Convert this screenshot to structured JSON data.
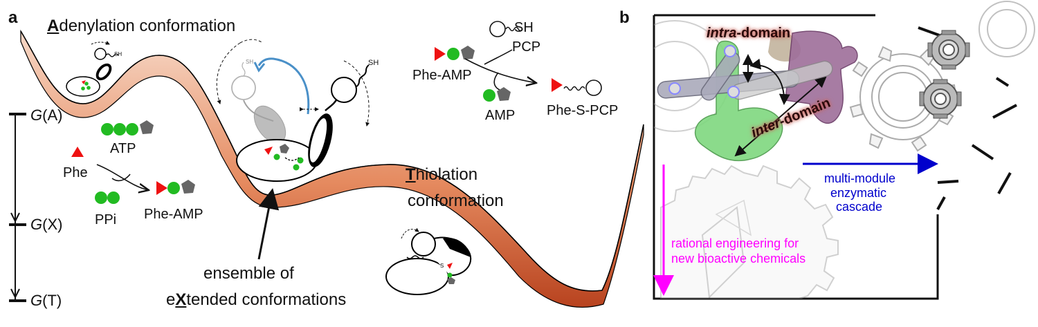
{
  "panel_a": {
    "letter": "a",
    "adenylation": {
      "cap": "A",
      "rest": "denylation conformation"
    },
    "thiolation": {
      "cap": "T",
      "rest": "hiolation",
      "line2": "conformation"
    },
    "ensemble": {
      "line1": "ensemble of",
      "pre": "e",
      "cap": "X",
      "post": "tended conformations"
    },
    "energy_axis": {
      "ga_prefix": "G",
      "ga_suffix": "(A)",
      "gx_prefix": "G",
      "gx_suffix": "(X)",
      "gt_prefix": "G",
      "gt_suffix": "(T)"
    },
    "adenylation_reaction": {
      "atp": "ATP",
      "phe": "Phe",
      "ppi": "PPi",
      "product": "Phe-AMP"
    },
    "thiolation_reaction": {
      "sh": "SH",
      "pcp": "PCP",
      "phe_amp": "Phe-AMP",
      "amp": "AMP",
      "product": "Phe-S-PCP"
    },
    "small_sh": {
      "adenylation": "SH",
      "ghost": "SH",
      "extended": "SH",
      "thiolation": "S"
    }
  },
  "panel_b": {
    "letter": "b",
    "intra": {
      "italic": "intra",
      "rest": "-domain"
    },
    "inter": {
      "italic": "inter",
      "rest": "-domain"
    },
    "cascade": {
      "line1": "multi-module",
      "line2": "enzymatic",
      "line3": "cascade"
    },
    "engineering": {
      "line1": "rational engineering for",
      "line2": "new bioactive chemicals"
    },
    "colors": {
      "cascade": "#0000cc",
      "engineering": "#ff00ff"
    }
  },
  "colors": {
    "ribbon_dark": "#c4512a",
    "ribbon_light": "#f3c7b0",
    "green": "#22bb22",
    "red": "#ee1111",
    "gray": "#666666",
    "blue_arrow": "#4a90c8"
  },
  "icons": [
    "adenylation-domain-icon",
    "pcp-domain-icon",
    "double-headed-arrow-icon",
    "gear-icon",
    "reaction-arrow-icon"
  ]
}
